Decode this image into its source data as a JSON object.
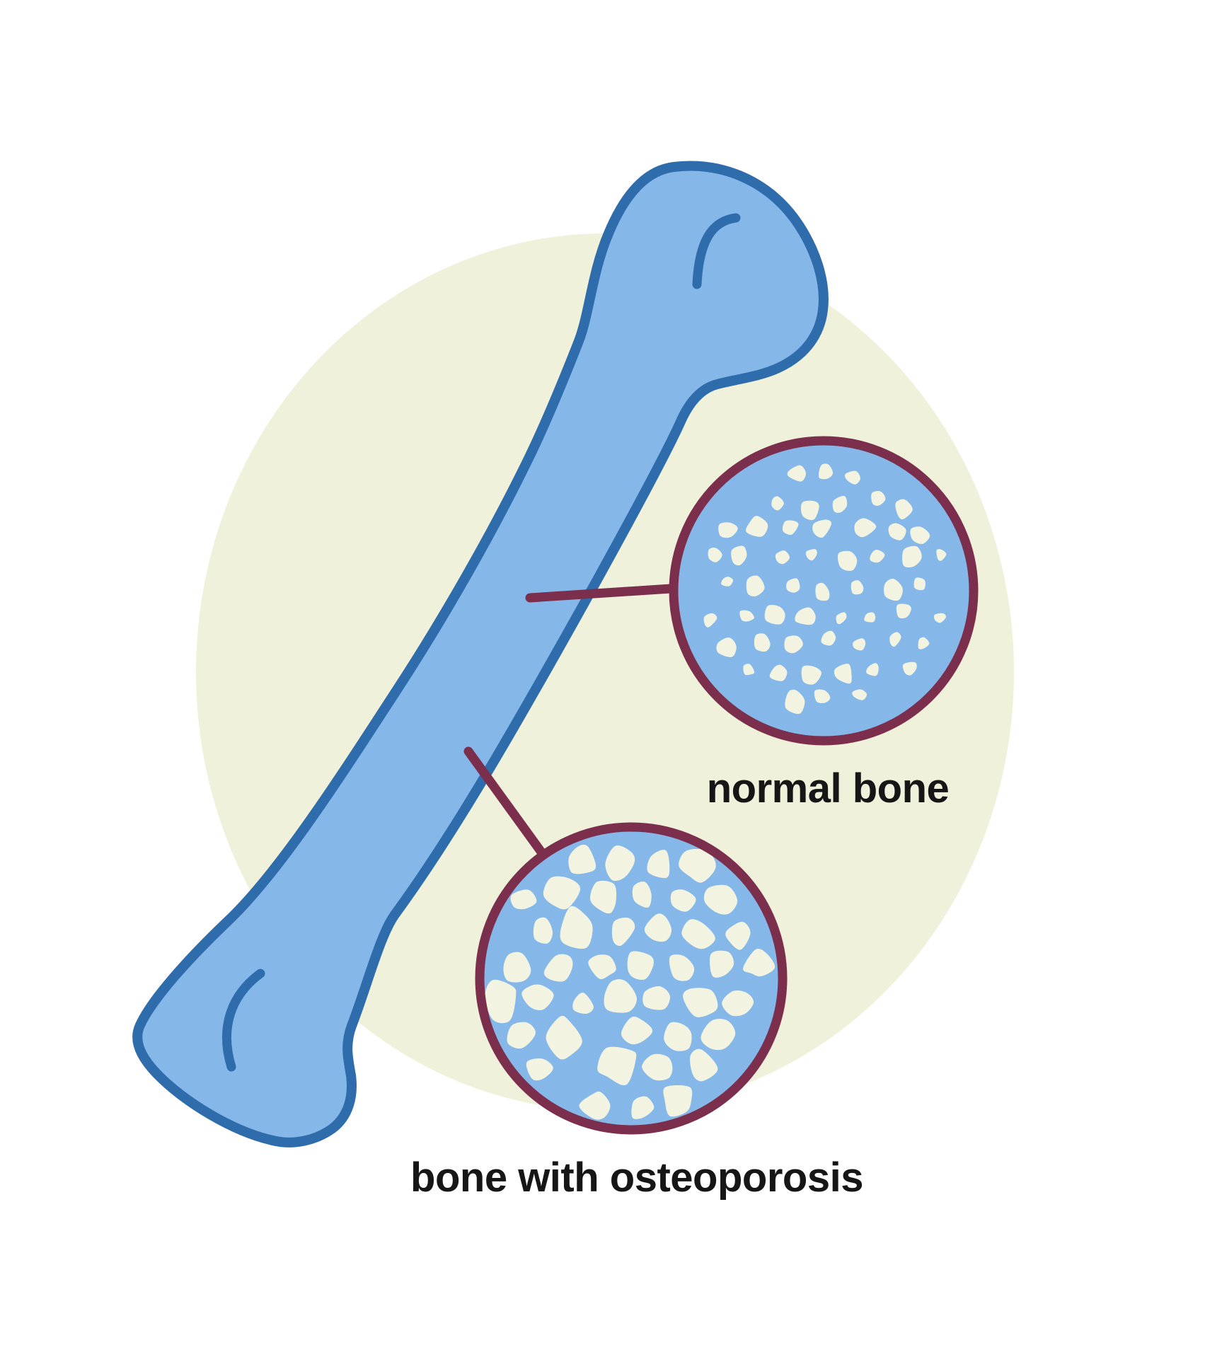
{
  "colors": {
    "canvas": "#ffffff",
    "background_blob": "#eff1db",
    "bone_fill": "#85b7e8",
    "bone_outline": "#2f6cab",
    "inset_fill": "#85b7e8",
    "inset_ring": "#7b2f4d",
    "leader_line": "#7b2f4d",
    "spot_fill": "#f2f4e1",
    "label_text": "#161616"
  },
  "insets": {
    "normal": {
      "label": "normal bone",
      "spots": {
        "seed": 11,
        "spacing": 46,
        "jitter": 8,
        "min_r": 8,
        "max_r": 16,
        "margin": 22
      }
    },
    "osteoporosis": {
      "label": "bone with osteoporosis",
      "spots": {
        "seed": 5,
        "spacing": 56,
        "jitter": 6,
        "min_r": 16,
        "max_r": 28,
        "margin": 4
      }
    }
  }
}
